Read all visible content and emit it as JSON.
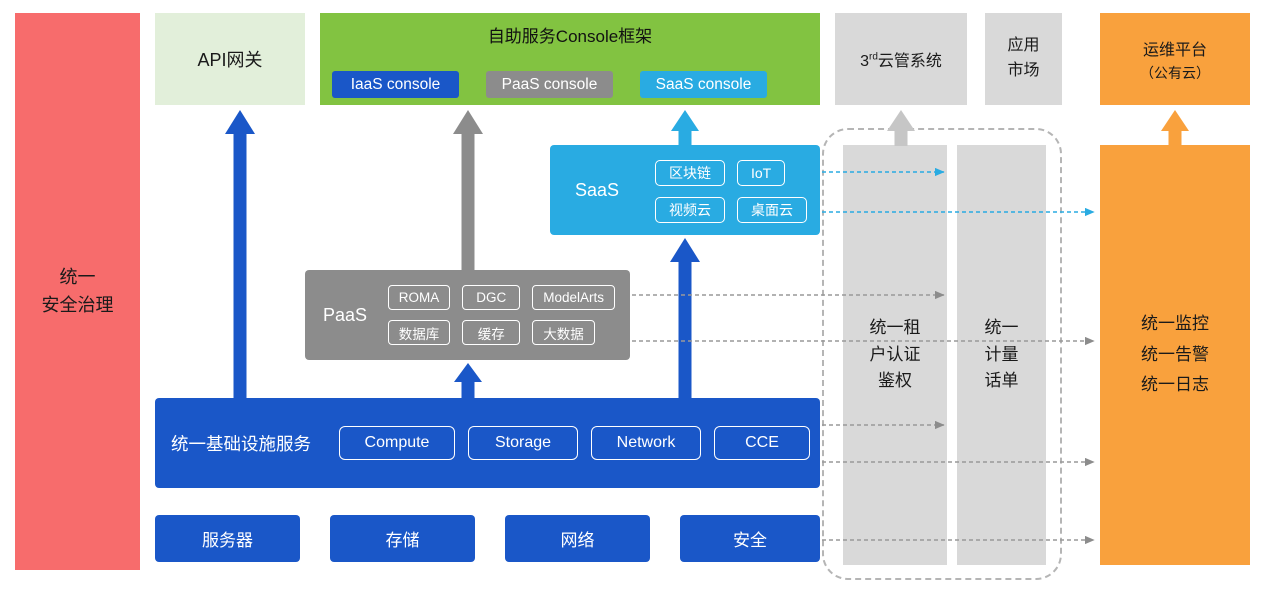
{
  "colors": {
    "blue": "#1A57C8",
    "cyan": "#29ABE2",
    "green": "#82C341",
    "light_green": "#E2EFDA",
    "gray_box": "#8C8C8C",
    "light_gray": "#D9D9D9",
    "orange": "#F9A13D",
    "red": "#F76C6C",
    "dashed_line": "#999999"
  },
  "left_bar": {
    "label": "统一\n安全治理"
  },
  "top": {
    "api_gateway": "API网关",
    "console_frame": {
      "title": "自助服务Console框架",
      "items": [
        {
          "label": "IaaS console"
        },
        {
          "label": "PaaS console"
        },
        {
          "label": "SaaS console"
        }
      ]
    },
    "third_cloud": {
      "num": "3",
      "sup": "rd",
      "text": "云管系统"
    },
    "app_market": "应用\n市场",
    "om_platform": {
      "line1": "运维平台",
      "line2": "（公有云）"
    }
  },
  "saas": {
    "label": "SaaS",
    "chips": [
      "区块链",
      "IoT",
      "视频云",
      "桌面云"
    ]
  },
  "paas": {
    "label": "PaaS",
    "chips": [
      "ROMA",
      "DGC",
      "ModelArts",
      "数据库",
      "缓存",
      "大数据"
    ]
  },
  "infra": {
    "label": "统一基础设施服务",
    "chips": [
      "Compute",
      "Storage",
      "Network",
      "CCE"
    ]
  },
  "bottom_row": {
    "items": [
      "服务器",
      "存储",
      "网络",
      "安全"
    ]
  },
  "right": {
    "auth_bar": "统一租\n户认证\n鉴权",
    "metering_bar": "统一\n计量\n话单",
    "monitor_box": "统一监控\n统一告警\n统一日志"
  }
}
